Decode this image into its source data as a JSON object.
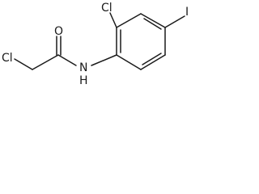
{
  "molecule": {
    "atoms": {
      "chloro_left": "Cl",
      "carbonyl_oxygen": "O",
      "amide_nitrogen": "N",
      "amide_hydrogen": "H",
      "chloro_ring": "Cl",
      "iodo_ring": "I"
    }
  }
}
